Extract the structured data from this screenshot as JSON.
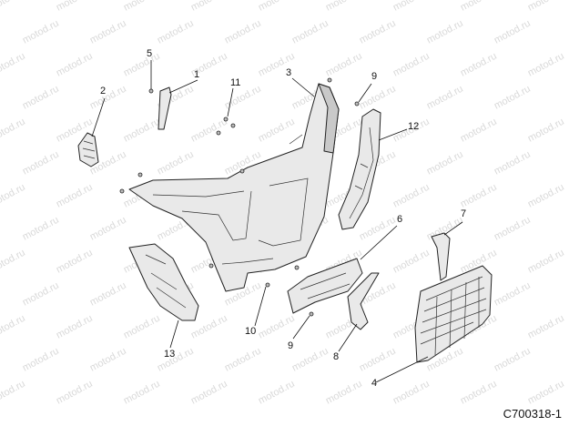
{
  "watermark_text": "motod.ru",
  "drawing_code": "C700318-1",
  "callouts": [
    "1",
    "2",
    "3",
    "4",
    "5",
    "6",
    "7",
    "8",
    "9",
    "9",
    "10",
    "11",
    "12",
    "13"
  ]
}
